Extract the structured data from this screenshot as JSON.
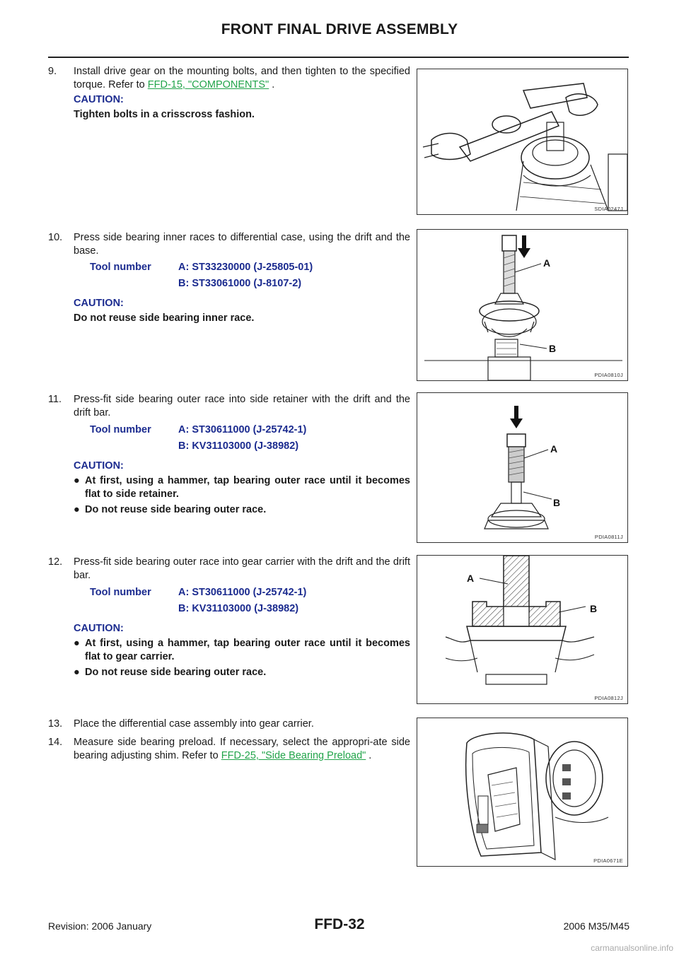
{
  "header": {
    "title": "FRONT FINAL DRIVE ASSEMBLY"
  },
  "steps": [
    {
      "num": "9.",
      "text_a": "Install drive gear on the mounting bolts, and then tighten to the specified torque. Refer to ",
      "link": "FFD-15, \"COMPONENTS\"",
      "text_b": " .",
      "caution_label": "CAUTION:",
      "caution_text": "Tighten bolts in a crisscross fashion.",
      "figure_code": "SDIA0247J"
    },
    {
      "num": "10.",
      "text": "Press side bearing inner races to differential case, using the drift and the base.",
      "tool_label": "Tool number",
      "tool_a": "A: ST33230000 (J-25805-01)",
      "tool_b": "B: ST33061000 (J-8107-2)",
      "caution_label": "CAUTION:",
      "caution_text": "Do not reuse side bearing inner race.",
      "figure_code": "PDIA0810J",
      "label_a": "A",
      "label_b": "B"
    },
    {
      "num": "11.",
      "text": "Press-fit side bearing outer race into side retainer with the drift and the drift bar.",
      "tool_label": "Tool number",
      "tool_a": "A: ST30611000 (J-25742-1)",
      "tool_b": "B: KV31103000 (J-38982)",
      "caution_label": "CAUTION:",
      "bullet_1": "At first, using a hammer, tap bearing outer race until it becomes flat to side retainer.",
      "bullet_2": "Do not reuse side bearing outer race.",
      "figure_code": "PDIA0811J",
      "label_a": "A",
      "label_b": "B"
    },
    {
      "num": "12.",
      "text": "Press-fit side bearing outer race into gear carrier with the drift and the drift bar.",
      "tool_label": "Tool number",
      "tool_a": "A: ST30611000 (J-25742-1)",
      "tool_b": "B: KV31103000 (J-38982)",
      "caution_label": "CAUTION:",
      "bullet_1": "At first, using a hammer, tap bearing outer race until it becomes flat to gear carrier.",
      "bullet_2": "Do not reuse side bearing outer race.",
      "figure_code": "PDIA0812J",
      "label_a": "A",
      "label_b": "B"
    },
    {
      "num": "13.",
      "text": "Place the differential case assembly into gear carrier."
    },
    {
      "num": "14.",
      "text_a": "Measure side bearing preload. If necessary, select the appropri-ate side bearing adjusting shim. Refer to ",
      "link": "FFD-25, \"Side Bearing Preload\"",
      "text_b": " .",
      "figure_code": "PDIA0671E"
    }
  ],
  "footer": {
    "revision": "Revision: 2006 January",
    "page": "FFD-32",
    "model": "2006 M35/M45",
    "watermark": "carmanualsonline.info"
  }
}
